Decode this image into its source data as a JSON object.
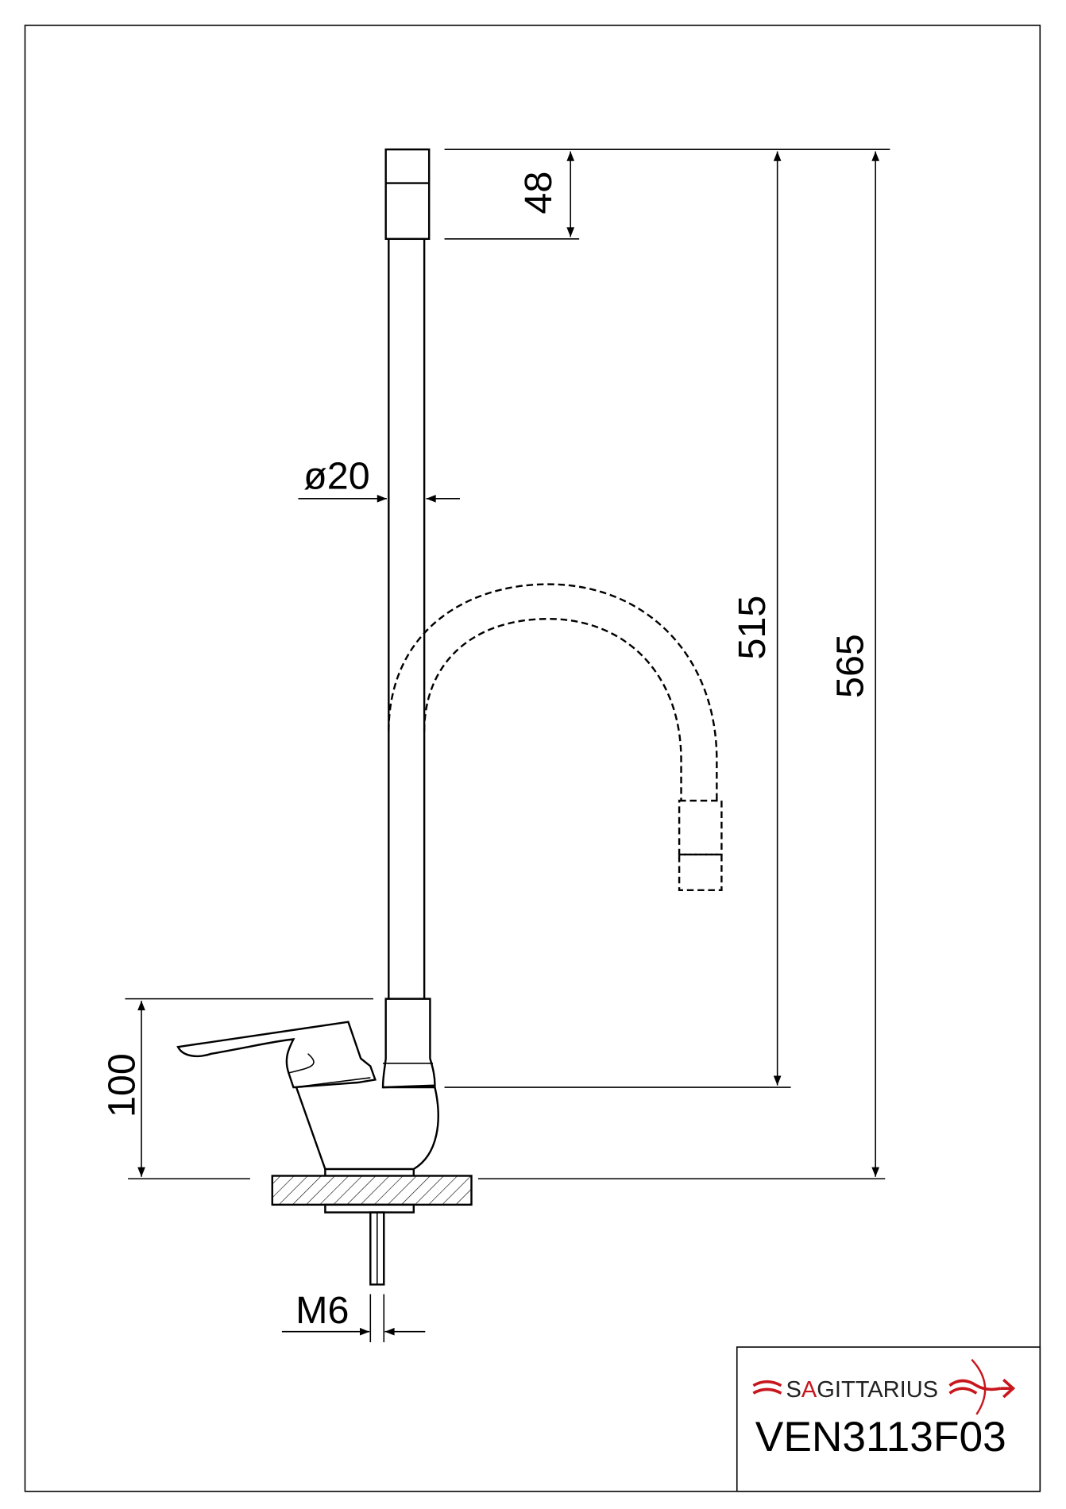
{
  "dimensions": {
    "cap_height": "48",
    "tube_diameter": "ø20",
    "spout_height": "515",
    "total_height": "565",
    "body_height": "100",
    "thread": "M6"
  },
  "title_block": {
    "brand": "SAGITTARIUS",
    "brand_parts": [
      "S",
      "A",
      "GITTARIUS"
    ],
    "model": "VEN3113F03",
    "accent_color": "#c8161d"
  }
}
